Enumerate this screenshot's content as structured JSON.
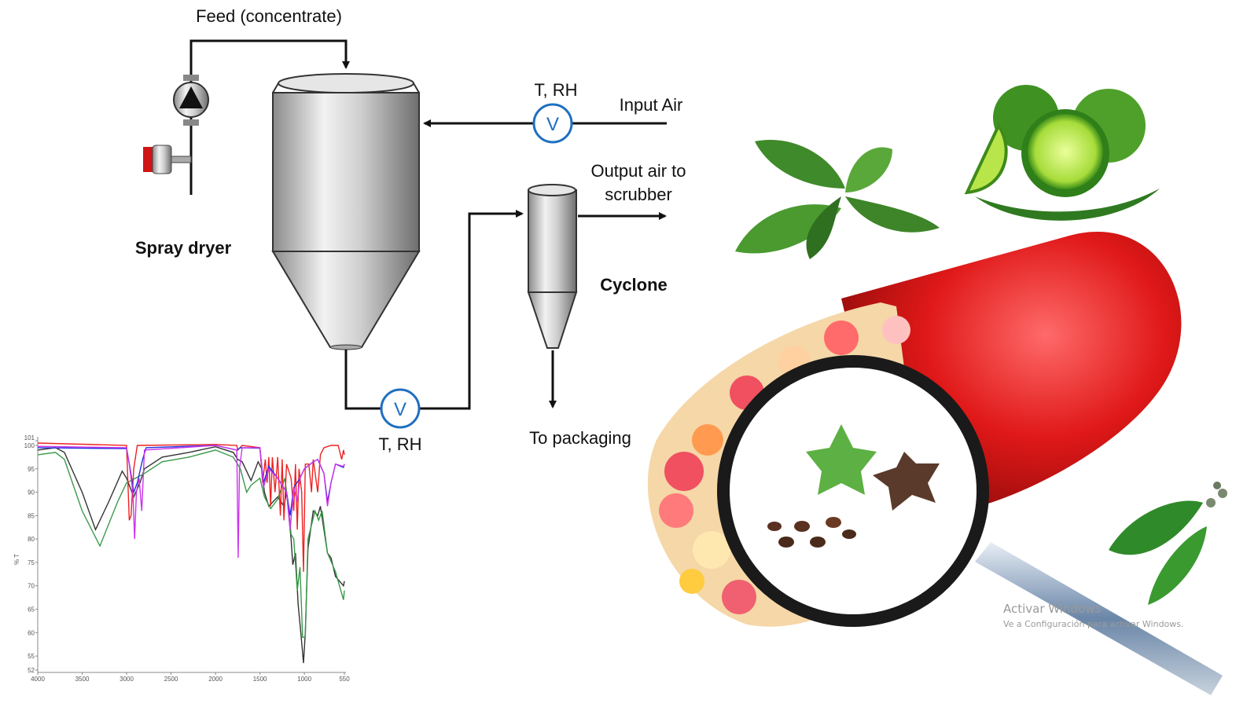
{
  "diagram": {
    "feed_label": "Feed (concentrate)",
    "spray_dryer_label": "Spray dryer",
    "input_air_label": "Input Air",
    "sensor_top_label": "T, RH",
    "sensor_bottom_label": "T, RH",
    "valve_symbol": "V",
    "output_air_line1": "Output air to",
    "output_air_line2": "scrubber",
    "cyclone_label": "Cyclone",
    "packaging_label": "To packaging",
    "line_color": "#111111",
    "valve_color": "#1f6fc0"
  },
  "chart_data": {
    "type": "line",
    "title": "",
    "xlabel": "",
    "ylabel": "% T",
    "xlim": [
      4000,
      550
    ],
    "ylim": [
      52,
      101
    ],
    "x_ticks": [
      "4000",
      "3500",
      "3000",
      "2500",
      "2000",
      "1500",
      "1000",
      "550"
    ],
    "y_ticks": [
      "101",
      "100",
      "95",
      "90",
      "85",
      "80",
      "75",
      "70",
      "65",
      "60",
      "55",
      "52"
    ],
    "series": [
      {
        "name": "black",
        "color": "#333333",
        "points": [
          [
            4000,
            99
          ],
          [
            3800,
            99.5
          ],
          [
            3700,
            98.5
          ],
          [
            3500,
            90
          ],
          [
            3350,
            82
          ],
          [
            3200,
            88
          ],
          [
            3050,
            94.5
          ],
          [
            3000,
            93
          ],
          [
            2920,
            89
          ],
          [
            2850,
            92
          ],
          [
            2800,
            95
          ],
          [
            2600,
            97.5
          ],
          [
            2300,
            98.5
          ],
          [
            2000,
            99.7
          ],
          [
            1800,
            98.5
          ],
          [
            1750,
            97
          ],
          [
            1700,
            96.5
          ],
          [
            1600,
            92.5
          ],
          [
            1520,
            96.5
          ],
          [
            1480,
            95
          ],
          [
            1450,
            90
          ],
          [
            1400,
            87
          ],
          [
            1300,
            89
          ],
          [
            1230,
            87
          ],
          [
            1200,
            90
          ],
          [
            1150,
            80
          ],
          [
            1130,
            74.5
          ],
          [
            1100,
            77
          ],
          [
            1070,
            66
          ],
          [
            1040,
            60
          ],
          [
            1010,
            53.5
          ],
          [
            990,
            60
          ],
          [
            960,
            78
          ],
          [
            900,
            86
          ],
          [
            850,
            85
          ],
          [
            820,
            87
          ],
          [
            780,
            82
          ],
          [
            740,
            77
          ],
          [
            700,
            76
          ],
          [
            650,
            72
          ],
          [
            560,
            70
          ],
          [
            550,
            71
          ]
        ]
      },
      {
        "name": "green",
        "color": "#3a9a4a",
        "points": [
          [
            4000,
            98
          ],
          [
            3800,
            98.5
          ],
          [
            3700,
            97
          ],
          [
            3500,
            86
          ],
          [
            3300,
            78.5
          ],
          [
            3100,
            88
          ],
          [
            3000,
            92
          ],
          [
            2900,
            93
          ],
          [
            2800,
            94
          ],
          [
            2600,
            96.5
          ],
          [
            2300,
            97.5
          ],
          [
            2000,
            99
          ],
          [
            1800,
            97.5
          ],
          [
            1720,
            95
          ],
          [
            1650,
            90
          ],
          [
            1600,
            91.5
          ],
          [
            1500,
            93
          ],
          [
            1450,
            89
          ],
          [
            1380,
            86.5
          ],
          [
            1300,
            88.5
          ],
          [
            1220,
            93
          ],
          [
            1180,
            87
          ],
          [
            1150,
            81
          ],
          [
            1120,
            80
          ],
          [
            1080,
            69
          ],
          [
            1050,
            74
          ],
          [
            1020,
            59
          ],
          [
            990,
            59
          ],
          [
            960,
            80
          ],
          [
            880,
            86
          ],
          [
            840,
            84
          ],
          [
            800,
            86
          ],
          [
            740,
            77
          ],
          [
            650,
            73
          ],
          [
            560,
            67
          ],
          [
            550,
            69
          ]
        ]
      },
      {
        "name": "red",
        "color": "#ee2222",
        "points": [
          [
            4000,
            100.5
          ],
          [
            3000,
            100
          ],
          [
            2970,
            84
          ],
          [
            2950,
            85
          ],
          [
            2920,
            95
          ],
          [
            2880,
            100
          ],
          [
            2000,
            100.2
          ],
          [
            1760,
            100
          ],
          [
            1750,
            99
          ],
          [
            1700,
            100
          ],
          [
            1500,
            99.5
          ],
          [
            1470,
            92
          ],
          [
            1440,
            97
          ],
          [
            1420,
            92
          ],
          [
            1400,
            97.5
          ],
          [
            1380,
            87
          ],
          [
            1360,
            97.5
          ],
          [
            1330,
            90
          ],
          [
            1300,
            97.5
          ],
          [
            1270,
            85
          ],
          [
            1250,
            97
          ],
          [
            1230,
            84
          ],
          [
            1200,
            96
          ],
          [
            1150,
            93
          ],
          [
            1120,
            86
          ],
          [
            1100,
            96
          ],
          [
            1080,
            82
          ],
          [
            1060,
            95
          ],
          [
            1030,
            90
          ],
          [
            1010,
            73
          ],
          [
            990,
            96
          ],
          [
            950,
            96
          ],
          [
            920,
            90
          ],
          [
            900,
            97
          ],
          [
            850,
            90
          ],
          [
            820,
            98
          ],
          [
            780,
            99.5
          ],
          [
            700,
            100
          ],
          [
            620,
            100
          ],
          [
            580,
            97
          ],
          [
            560,
            99
          ],
          [
            550,
            98
          ]
        ]
      },
      {
        "name": "blue",
        "color": "#2233dd",
        "points": [
          [
            4000,
            99.5
          ],
          [
            3000,
            99.3
          ],
          [
            2960,
            95
          ],
          [
            2920,
            90
          ],
          [
            2880,
            92
          ],
          [
            2820,
            97
          ],
          [
            2780,
            99.5
          ],
          [
            2000,
            100
          ],
          [
            1760,
            99
          ],
          [
            1720,
            99.5
          ],
          [
            1500,
            99.4
          ],
          [
            1460,
            92
          ],
          [
            1400,
            95.5
          ],
          [
            1300,
            93
          ],
          [
            1200,
            90
          ],
          [
            1160,
            85
          ],
          [
            1120,
            91
          ],
          [
            1050,
            93
          ],
          [
            1000,
            95
          ],
          [
            900,
            96.5
          ],
          [
            850,
            97
          ],
          [
            780,
            94
          ],
          [
            740,
            88
          ],
          [
            700,
            92
          ],
          [
            650,
            96
          ],
          [
            560,
            95.3
          ],
          [
            550,
            96
          ]
        ]
      },
      {
        "name": "purple",
        "color": "#cc33ee",
        "points": [
          [
            4000,
            99.8
          ],
          [
            3000,
            99.5
          ],
          [
            2970,
            96
          ],
          [
            2930,
            90
          ],
          [
            2910,
            80
          ],
          [
            2890,
            90
          ],
          [
            2860,
            93
          ],
          [
            2830,
            86
          ],
          [
            2800,
            99
          ],
          [
            2000,
            100
          ],
          [
            1760,
            99
          ],
          [
            1745,
            76
          ],
          [
            1730,
            95
          ],
          [
            1700,
            99.5
          ],
          [
            1500,
            99.5
          ],
          [
            1460,
            91
          ],
          [
            1400,
            95
          ],
          [
            1300,
            93
          ],
          [
            1200,
            90
          ],
          [
            1160,
            82
          ],
          [
            1120,
            91
          ],
          [
            1080,
            88
          ],
          [
            1050,
            93
          ],
          [
            1000,
            95
          ],
          [
            900,
            96.5
          ],
          [
            850,
            97
          ],
          [
            780,
            94
          ],
          [
            740,
            87
          ],
          [
            700,
            92
          ],
          [
            650,
            96
          ],
          [
            560,
            95.5
          ],
          [
            550,
            96
          ]
        ]
      }
    ]
  },
  "watermark": {
    "title": "Activar Windows",
    "subtitle": "Ve a Configuración para activar Windows."
  }
}
